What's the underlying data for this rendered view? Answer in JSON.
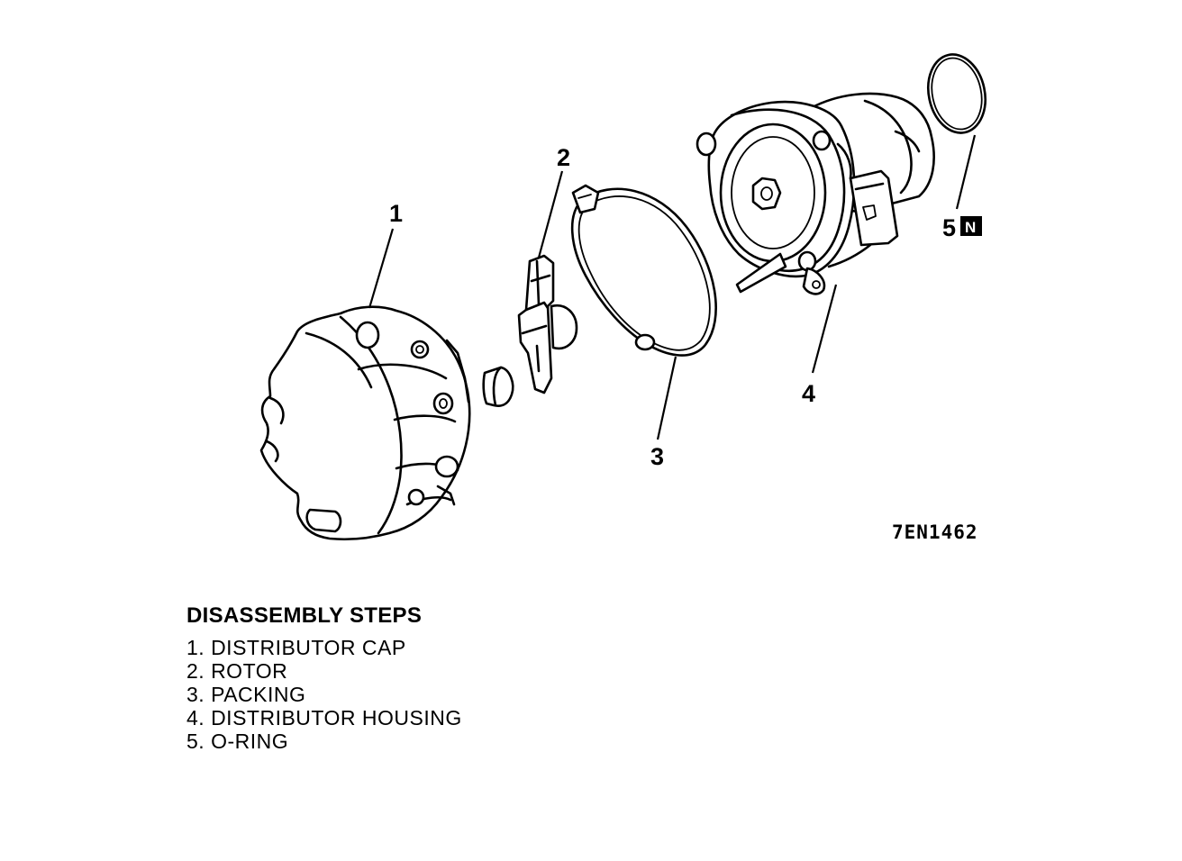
{
  "callouts": {
    "c1": "1",
    "c2": "2",
    "c3": "3",
    "c4": "4",
    "c5": "5",
    "c5_badge": "N"
  },
  "figure_code": "7EN1462",
  "steps": {
    "title": "DISASSEMBLY STEPS",
    "items": [
      "1. DISTRIBUTOR CAP",
      "2. ROTOR",
      "3. PACKING",
      "4. DISTRIBUTOR HOUSING",
      "5. O-RING"
    ]
  }
}
